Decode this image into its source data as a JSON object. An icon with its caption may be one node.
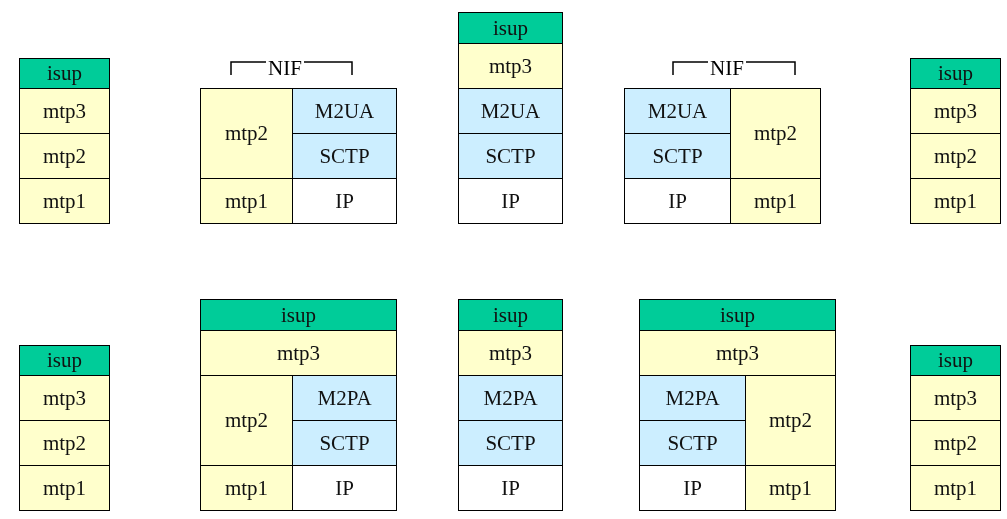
{
  "diagram": {
    "nodes": [
      {
        "text": [
          "isup"
        ]
      },
      {
        "text": [
          "mtp3"
        ]
      },
      {
        "text": [
          "mtp2"
        ]
      },
      {
        "text": [
          "mtp1"
        ]
      },
      {
        "text": [
          "mtp2"
        ]
      },
      {
        "text": [
          "M2UA"
        ]
      },
      {
        "text": [
          "SCTP"
        ]
      },
      {
        "text": [
          "mtp1"
        ]
      },
      {
        "text": [
          "IP"
        ]
      },
      {
        "text": [
          "isup"
        ]
      },
      {
        "text": [
          "mtp3"
        ]
      },
      {
        "text": [
          "M2UA"
        ]
      },
      {
        "text": [
          "SCTP"
        ]
      },
      {
        "text": [
          "IP"
        ]
      },
      {
        "text": [
          "M2UA"
        ]
      },
      {
        "text": [
          "mtp2"
        ]
      },
      {
        "text": [
          "SCTP"
        ]
      },
      {
        "text": [
          "IP"
        ]
      },
      {
        "text": [
          "mtp1"
        ]
      },
      {
        "text": [
          "isup"
        ]
      },
      {
        "text": [
          "mtp3"
        ]
      },
      {
        "text": [
          "mtp2"
        ]
      },
      {
        "text": [
          "mtp1"
        ]
      },
      {
        "text": [
          "isup"
        ]
      },
      {
        "text": [
          "mtp3"
        ]
      },
      {
        "text": [
          "mtp2"
        ]
      },
      {
        "text": [
          "mtp1"
        ]
      },
      {
        "text": [
          "isup"
        ]
      },
      {
        "text": [
          "mtp3"
        ]
      },
      {
        "text": [
          "mtp2"
        ]
      },
      {
        "text": [
          "M2PA"
        ]
      },
      {
        "text": [
          "SCTP"
        ]
      },
      {
        "text": [
          "mtp1"
        ]
      },
      {
        "text": [
          "IP"
        ]
      },
      {
        "text": [
          "isup"
        ]
      },
      {
        "text": [
          "mtp3"
        ]
      },
      {
        "text": [
          "M2PA"
        ]
      },
      {
        "text": [
          "SCTP"
        ]
      },
      {
        "text": [
          "IP"
        ]
      },
      {
        "text": [
          "isup"
        ]
      },
      {
        "text": [
          "mtp3"
        ]
      },
      {
        "text": [
          "M2PA"
        ]
      },
      {
        "text": [
          "mtp2"
        ]
      },
      {
        "text": [
          "SCTP"
        ]
      },
      {
        "text": [
          "IP"
        ]
      },
      {
        "text": [
          "mtp1"
        ]
      },
      {
        "text": [
          "isup"
        ]
      },
      {
        "text": [
          "mtp3"
        ]
      },
      {
        "text": [
          "mtp2"
        ]
      },
      {
        "text": [
          "mtp1"
        ]
      }
    ],
    "labels": [
      "NIF",
      "NIF"
    ]
  }
}
